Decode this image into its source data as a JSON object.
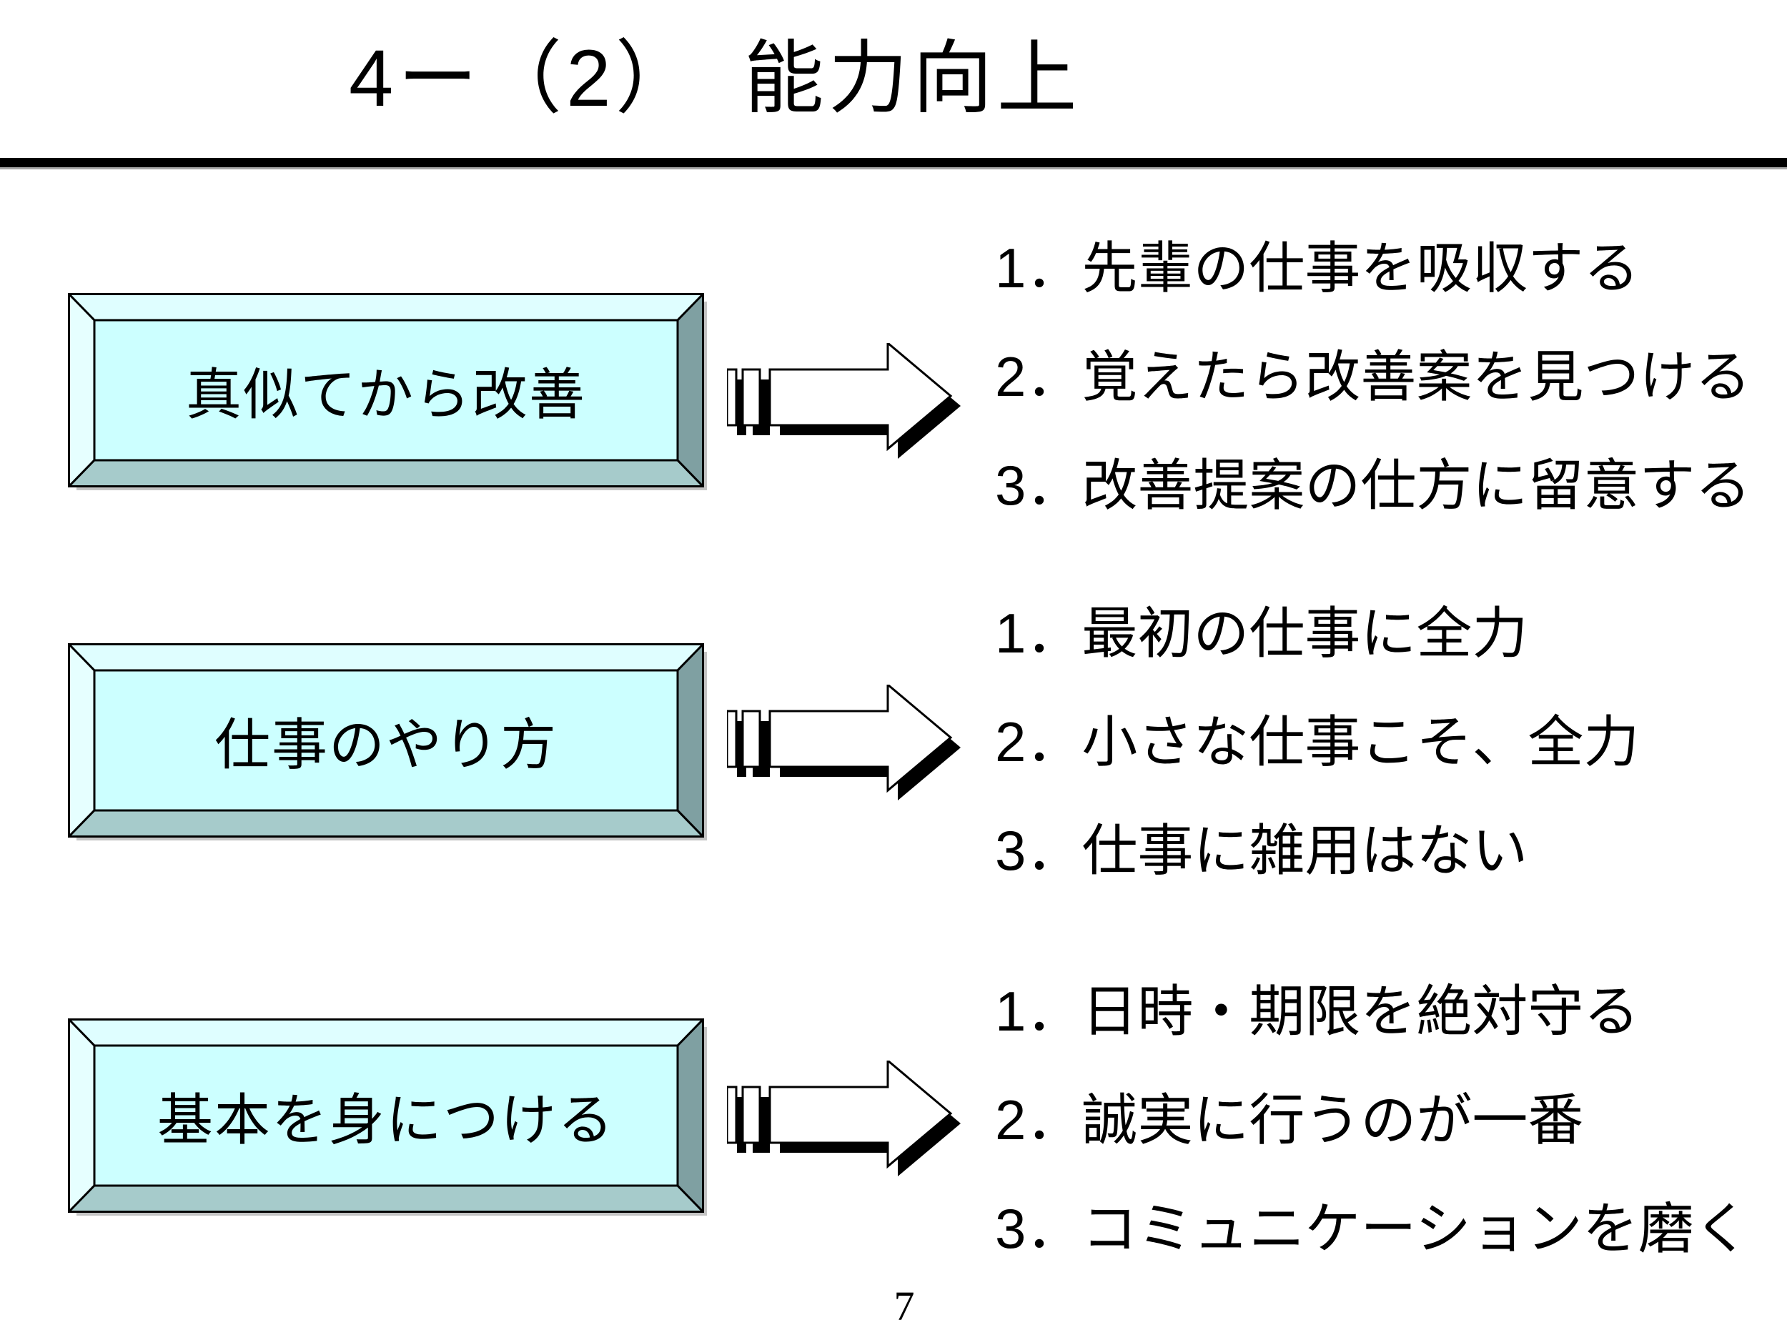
{
  "slide": {
    "title": "4ー（2）　能力向上",
    "page_number": "7"
  },
  "rows": [
    {
      "box_label": "真似てから改善",
      "items": [
        "1．先輩の仕事を吸収する",
        "2．覚えたら改善案を見つける",
        "3．改善提案の仕方に留意する"
      ]
    },
    {
      "box_label": "仕事のやり方",
      "items": [
        "1．最初の仕事に全力",
        "2．小さな仕事こそ、全力",
        "3．仕事に雑用はない"
      ]
    },
    {
      "box_label": "基本を身につける",
      "items": [
        "1．日時・期限を絶対守る",
        "2．誠実に行うのが一番",
        "3．コミュニケーションを磨く"
      ]
    }
  ],
  "icons": {
    "arrow": "striped-right-arrow"
  },
  "colors": {
    "background": "#ffffff",
    "text": "#000000",
    "box_face": "#ccffff",
    "box_bevel_top": "#dffeff",
    "box_bevel_left": "#e6ffff",
    "box_bevel_bottom": "#a6cbcb",
    "box_bevel_right": "#7fa0a2",
    "outline": "#000000",
    "rule": "#000000",
    "shadow_gray": "#c4c4c4"
  }
}
